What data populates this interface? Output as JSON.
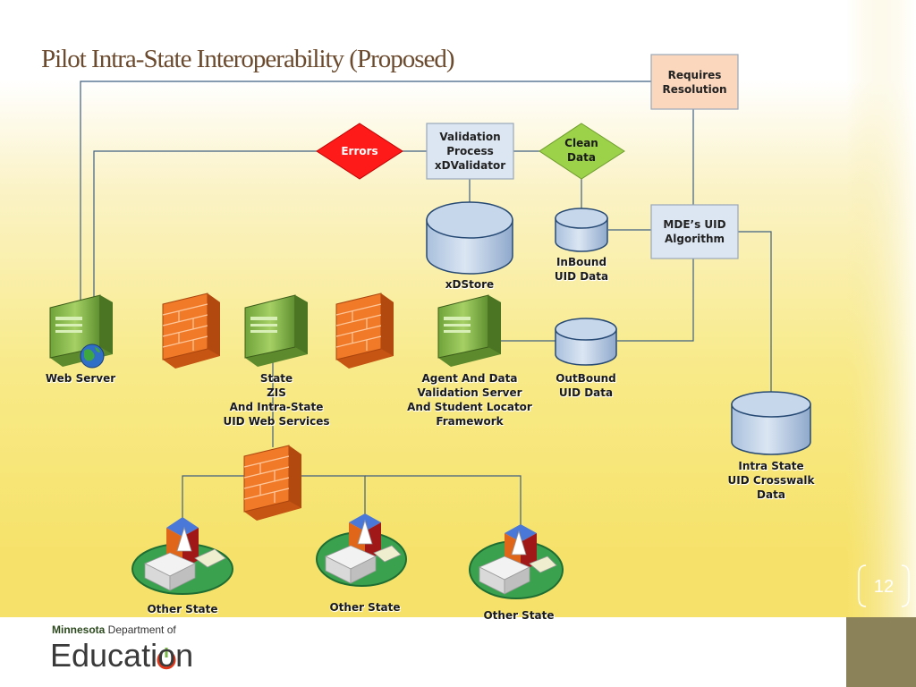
{
  "slide": {
    "title": "Pilot Intra-State Interoperability (Proposed)",
    "page_number": "12"
  },
  "boxes": {
    "requires_resolution": [
      "Requires",
      "Resolution"
    ],
    "validation_process": [
      "Validation",
      "Process",
      "xDValidator"
    ],
    "mde_uid_algorithm": [
      "MDE’s UID",
      "Algorithm"
    ]
  },
  "diamonds": {
    "errors": "Errors",
    "clean_data": [
      "Clean",
      "Data"
    ]
  },
  "labels": {
    "xdstore": "xDStore",
    "inbound": [
      "InBound",
      "UID Data"
    ],
    "outbound": [
      "OutBound",
      "UID Data"
    ],
    "web_server": "Web Server",
    "state_zis": [
      "State",
      "ZIS",
      "And Intra-State",
      "UID Web Services"
    ],
    "agent_server": [
      "Agent And Data",
      "Validation Server",
      "And Student Locator",
      "Framework"
    ],
    "crosswalk": [
      "Intra State",
      "UID Crosswalk",
      "Data"
    ],
    "other_state_1": "Other State",
    "other_state_2": "Other State",
    "other_state_3": "Other State"
  },
  "footer": {
    "org_top_bold": "Minnesota",
    "org_top_rest": " Department of",
    "org_main": "Education"
  },
  "colors": {
    "title": "#6b4a2e",
    "errors_diamond": "#ff0000",
    "clean_diamond": "#9bd24a",
    "requires_box": "#fad7bd",
    "process_box": "#dce6f2",
    "database": "#b9cde5",
    "server": "#8fbf4f",
    "firewall": "#f07a28"
  },
  "icons": [
    "server-icon",
    "globe-icon",
    "firewall-icon",
    "database-icon",
    "building-icon"
  ]
}
